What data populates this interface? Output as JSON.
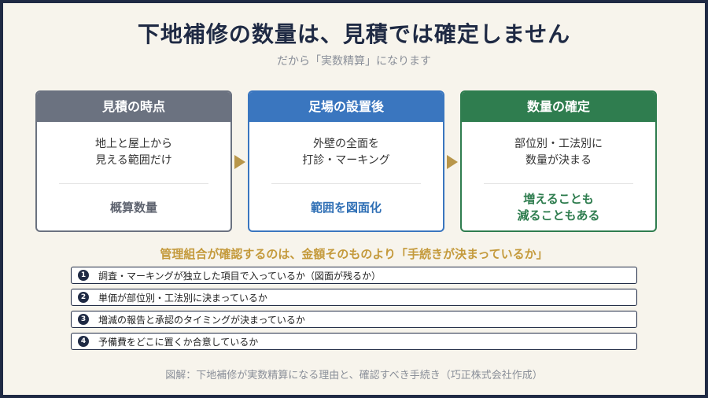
{
  "title": "下地補修の数量は、見積では確定しません",
  "subtitle": "だから「実数精算」になります",
  "stages": [
    {
      "header": "見積の時点",
      "body_lines": [
        "地上と屋上から",
        "見える範囲だけ"
      ],
      "result_lines": [
        "概算数量",
        ""
      ],
      "color": "#6b7280"
    },
    {
      "header": "足場の設置後",
      "body_lines": [
        "外壁の全面を",
        "打診・マーキング"
      ],
      "result_lines": [
        "範囲を図面化",
        ""
      ],
      "color": "#3a76bf"
    },
    {
      "header": "数量の確定",
      "body_lines": [
        "部位別・工法別に",
        "数量が決まる"
      ],
      "result_lines": [
        "増えることも",
        "減ることもある"
      ],
      "color": "#2f7d4f"
    }
  ],
  "flow_arrow_icon": "right-triangle-arrow",
  "checklist": {
    "heading": "管理組合が確認するのは、金額そのものより「手続きが決まっているか」",
    "items": [
      {
        "num": "1",
        "text": "調査・マーキングが独立した項目で入っているか（図面が残るか）"
      },
      {
        "num": "2",
        "text": "単価が部位別・工法別に決まっているか"
      },
      {
        "num": "3",
        "text": "増減の報告と承認のタイミングが決まっているか"
      },
      {
        "num": "4",
        "text": "予備費をどこに置くか合意しているか"
      }
    ]
  },
  "caption": "図解：下地補修が実数精算になる理由と、確認すべき手続き（巧正株式会社作成）"
}
